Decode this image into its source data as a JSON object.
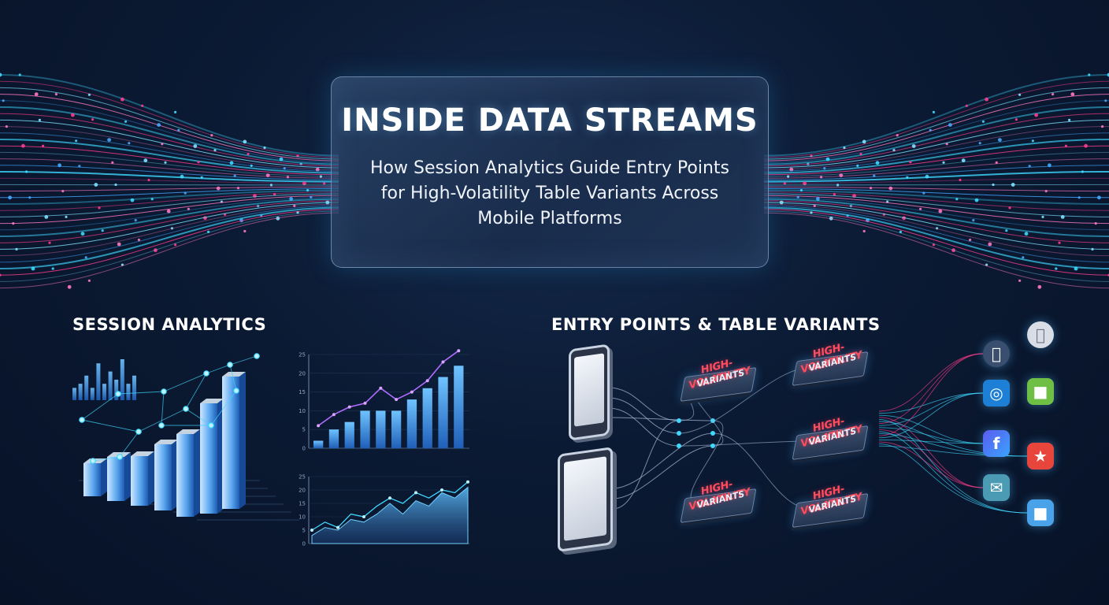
{
  "hero": {
    "title": "INSIDE DATA STREAMS",
    "subtitle": "How Session Analytics Guide Entry Points for High-Volatility Table Variants Across Mobile Platforms"
  },
  "sections": {
    "left_heading": "SESSION ANALYTICS",
    "right_heading": "ENTRY POINTS & TABLE VARIANTS"
  },
  "variant_card": {
    "line1": "HIGH-VOLATILITY",
    "line2": "VARIANTS"
  },
  "colors": {
    "accent_cyan": "#3fd8ff",
    "accent_pink": "#ff3c8e",
    "bar_blue": "#3a8fe0",
    "variant_red": "#ff4d5e"
  },
  "platform_icons": [
    "apple-icon",
    "phone-app-icon",
    "android-icon",
    "app-f-icon",
    "star-app-icon",
    "mail-icon"
  ],
  "chart_data": [
    {
      "type": "bar",
      "note": "mini bar chart, upper left",
      "values": [
        3,
        4,
        6,
        3,
        9,
        4,
        7,
        5,
        10,
        4,
        6
      ]
    },
    {
      "type": "bar",
      "note": "3D bar chart with network overlay",
      "values": [
        3,
        4,
        4.5,
        6,
        7.5,
        10,
        12
      ]
    },
    {
      "type": "bar",
      "note": "bar chart with line, upper middle",
      "y_ticks": [
        25,
        20,
        15,
        10,
        5,
        0
      ],
      "values": [
        2,
        5,
        7,
        10,
        10,
        10,
        13,
        16,
        19,
        22
      ],
      "line": [
        6,
        9,
        11,
        12,
        16,
        13,
        15,
        18,
        23,
        26
      ]
    },
    {
      "type": "area",
      "note": "area chart, lower middle",
      "y_ticks": [
        25,
        20,
        15,
        10,
        5,
        0
      ],
      "values": [
        3,
        6,
        5,
        9,
        8,
        11,
        15,
        11,
        16,
        14,
        19,
        17,
        21
      ],
      "line": [
        5,
        8,
        6,
        11,
        10,
        14,
        17,
        15,
        19,
        17,
        20,
        19,
        23
      ]
    }
  ]
}
